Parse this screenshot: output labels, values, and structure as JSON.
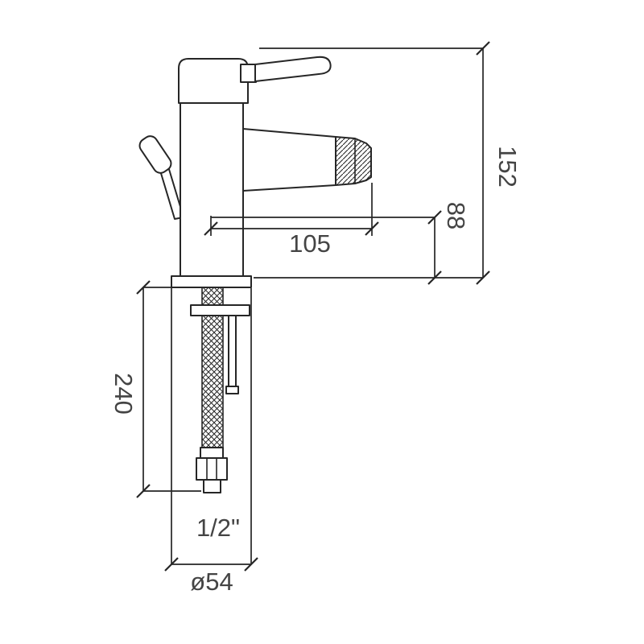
{
  "drawing": {
    "colors": {
      "line": "#262626",
      "text": "#444444",
      "background": "#ffffff"
    },
    "labels": {
      "overall_height": "152",
      "outlet_height": "88",
      "spout_projection": "105",
      "inlet_tail_length": "240",
      "connection_size": "1/2\"",
      "base_diameter": "ø54"
    }
  }
}
